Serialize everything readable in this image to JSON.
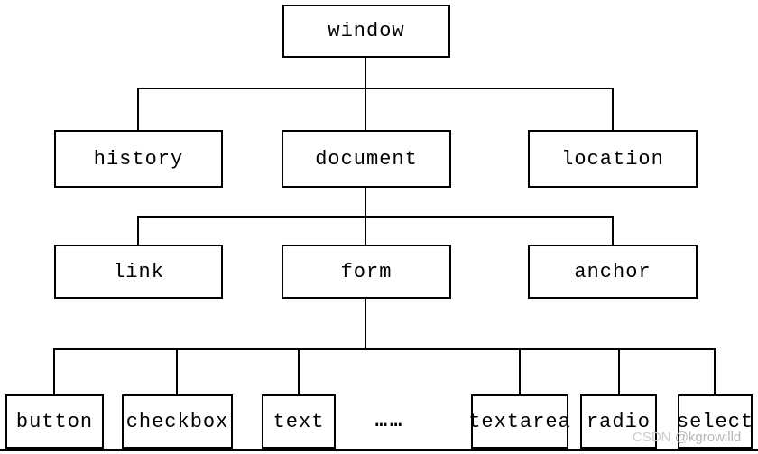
{
  "diagram": {
    "root": {
      "label": "window"
    },
    "level2": [
      {
        "label": "history"
      },
      {
        "label": "document"
      },
      {
        "label": "location"
      }
    ],
    "level3": [
      {
        "label": "link"
      },
      {
        "label": "form"
      },
      {
        "label": "anchor"
      }
    ],
    "level4": [
      {
        "label": "button"
      },
      {
        "label": "checkbox"
      },
      {
        "label": "text"
      },
      {
        "label": "textarea"
      },
      {
        "label": "radio"
      },
      {
        "label": "select"
      }
    ],
    "ellipsis": "……"
  },
  "watermark": {
    "brand": "CSDN",
    "user": "@kgrowilld"
  },
  "colors": {
    "line": "#000000",
    "box_background": "#ffffff",
    "text": "#000000",
    "watermark": "#c0c0c0"
  }
}
